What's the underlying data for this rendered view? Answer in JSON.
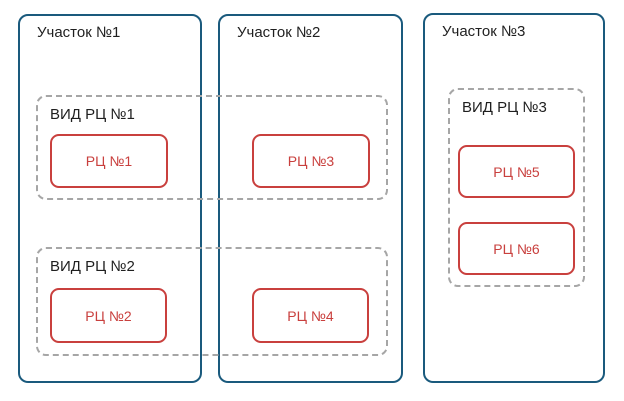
{
  "diagram": {
    "colors": {
      "section_border": "#1A5A7D",
      "group_border_dashed": "#A6A6A6",
      "unit_border": "#C9403E",
      "unit_text": "#C9403E",
      "label_text": "#1f1f1f",
      "background": "#ffffff"
    },
    "sections": [
      {
        "label": "Участок №1"
      },
      {
        "label": "Участок №2"
      },
      {
        "label": "Участок №3"
      }
    ],
    "groups": [
      {
        "label": "ВИД РЦ №1"
      },
      {
        "label": "ВИД РЦ №2"
      },
      {
        "label": "ВИД РЦ №3"
      }
    ],
    "units": [
      {
        "label": "РЦ №1"
      },
      {
        "label": "РЦ №2"
      },
      {
        "label": "РЦ №3"
      },
      {
        "label": "РЦ №4"
      },
      {
        "label": "РЦ №5"
      },
      {
        "label": "РЦ №6"
      }
    ]
  }
}
